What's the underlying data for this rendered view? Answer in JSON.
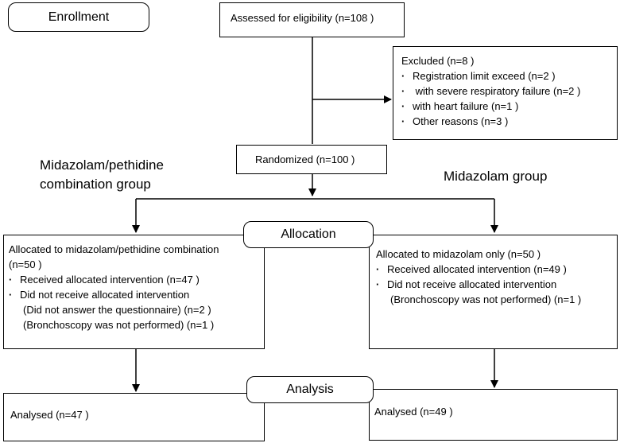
{
  "headers": {
    "enrollment": "Enrollment",
    "allocation": "Allocation",
    "analysis": "Analysis"
  },
  "assessed": {
    "text": "Assessed for eligibility (n=108 )"
  },
  "excluded": {
    "title": "Excluded (n=8 )",
    "items": [
      "Registration limit exceed (n=2 )",
      " with severe respiratory failure (n=2  )",
      "with heart failure (n=1  )",
      "Other reasons (n=3  )"
    ]
  },
  "randomized": {
    "text": "Randomized (n=100 )"
  },
  "groups": {
    "left_line1": "Midazolam/pethidine",
    "left_line2": "combination group",
    "right": "Midazolam group"
  },
  "left_alloc": {
    "title": "Allocated to midazolam/pethidine combination",
    "title2": "(n=50 )",
    "received": "Received allocated intervention (n=47  )",
    "not_received": "Did not receive allocated intervention",
    "reason1": "(Did not answer the questionnaire) (n=2 )",
    "reason2": "(Bronchoscopy was not performed) (n=1 )"
  },
  "right_alloc": {
    "title": "Allocated to midazolam only (n=50 )",
    "received": "Received allocated intervention (n=49  )",
    "not_received": "Did not receive allocated intervention",
    "reason1": "(Bronchoscopy was not performed) (n=1 )"
  },
  "left_analysed": {
    "text": "Analysed (n=47 )"
  },
  "right_analysed": {
    "text": "Analysed (n=49 )"
  }
}
